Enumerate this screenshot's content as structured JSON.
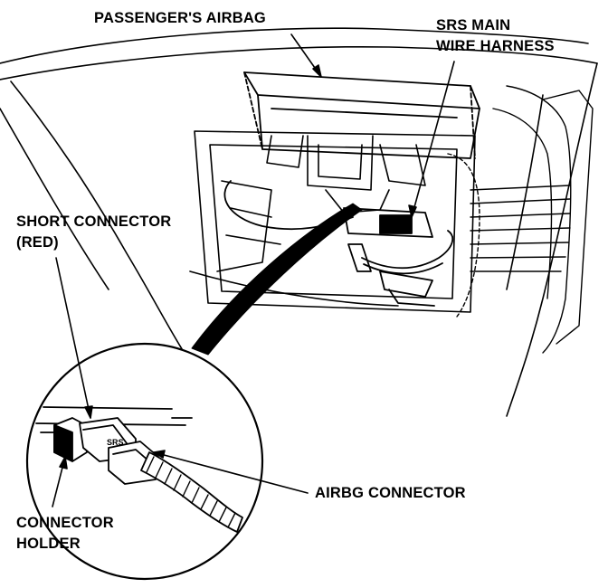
{
  "labels": {
    "passenger_airbag": "PASSENGER'S AIRBAG",
    "srs_main_line1": "SRS MAIN",
    "srs_main_line2": "WIRE HARNESS",
    "short_connector_line1": "SHORT CONNECTOR",
    "short_connector_line2": "(RED)",
    "airbag_connector": "AIRBG CONNECTOR",
    "connector_holder_line1": "CONNECTOR",
    "connector_holder_line2": "HOLDER"
  },
  "colors": {
    "ink": "#000000",
    "paper": "#ffffff"
  }
}
